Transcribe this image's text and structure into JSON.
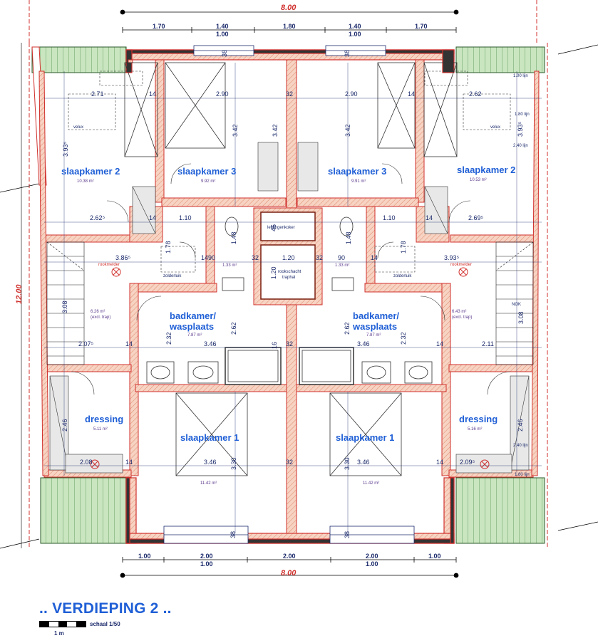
{
  "plan": {
    "title": ".. VERDIEPING 2 ..",
    "scale_text": "schaal 1/50",
    "scale_unit": "1 m",
    "overall_width": "8.00",
    "overall_depth": "12.00",
    "top_dims": [
      "1.70",
      "1.40",
      "1.80",
      "1.40",
      "1.70"
    ],
    "top_sub_dims": [
      "1.00",
      "1.00"
    ],
    "bottom_dims": [
      "1.00",
      "2.00",
      "2.00",
      "2.00",
      "1.00"
    ],
    "bottom_sub_dims": [
      "1.00",
      "1.00"
    ],
    "side_dims_right": [
      "1.00 lijn",
      "1.80 lijn",
      "2.40 lijn",
      "2.40 lijn",
      "1.80 lijn"
    ],
    "colors": {
      "wall_fill": "#f3c7b4",
      "wall_stroke": "#d0312d",
      "roof_green": "#bfe0b6",
      "blue_text": "#1f5fd6",
      "red_dim": "#d0312d"
    }
  },
  "rooms": {
    "slaapkamer2_left": {
      "name": "slaapkamer 2",
      "area": "10.38 m²",
      "w": "2.71",
      "d": "3.93⁵",
      "extra": "2.62⁵",
      "note": "velux"
    },
    "slaapkamer3_left": {
      "name": "slaapkamer 3",
      "area": "9.92 m²",
      "w": "2.90",
      "d": "3.42"
    },
    "slaapkamer3_right": {
      "name": "slaapkamer 3",
      "area": "9.91 m²",
      "w": "2.90",
      "d": "3.42"
    },
    "slaapkamer2_right": {
      "name": "slaapkamer 2",
      "area": "10.53 m²",
      "w": "2.62",
      "d": "3.93⁵",
      "extra": "2.69⁵",
      "note": "velux"
    },
    "landing_left": {
      "area": "6.26 m²",
      "area_note": "(excl. trap)",
      "w": "3.86⁵",
      "h": "3.08",
      "extra": "2.07⁵",
      "rook": "rookmelder",
      "luik": "zolderluik"
    },
    "landing_right": {
      "area": "6.43 m²",
      "area_note": "(excl. trap)",
      "w": "3.93⁵",
      "h": "3.08",
      "extra": "2.11",
      "rook": "rookmelder",
      "luik": "zolderluik",
      "nok": "NOK"
    },
    "wc_left": {
      "area": "1.33 m²",
      "w": "90",
      "h": "1.48",
      "w2": "1.10",
      "h2": "1.78"
    },
    "wc_right": {
      "area": "1.33 m²",
      "w": "90",
      "h": "1.48",
      "w2": "1.10",
      "h2": "1.78"
    },
    "leidingenkoker": {
      "name": "leidingenkoker",
      "w": "46"
    },
    "rookschacht": {
      "name": "rookschacht",
      "name2": "traphal",
      "w": "1.20",
      "h": "1.20"
    },
    "badkamer_left": {
      "name": "badkamer/",
      "name2": "wasplaats",
      "area": "7.87 m²",
      "w": "3.46",
      "h": "2.32",
      "h2": "2.62"
    },
    "badkamer_right": {
      "name": "badkamer/",
      "name2": "wasplaats",
      "area": "7.87 m²",
      "w": "3.46",
      "h": "2.32",
      "h2": "2.62"
    },
    "dressing_left": {
      "name": "dressing",
      "area": "5.11 m²",
      "w": "2.08",
      "h": "2.46"
    },
    "dressing_right": {
      "name": "dressing",
      "area": "5.16 m²",
      "w": "2.09⁵",
      "h": "2.46"
    },
    "slaapkamer1_left": {
      "name": "slaapkamer 1",
      "area": "11.42 m²",
      "w": "3.46",
      "h": "3.30"
    },
    "slaapkamer1_right": {
      "name": "slaapkamer 1",
      "area": "11.42 m²",
      "w": "3.46",
      "h": "3.30"
    }
  },
  "wall_marks": [
    "14",
    "32",
    "38",
    "16"
  ]
}
